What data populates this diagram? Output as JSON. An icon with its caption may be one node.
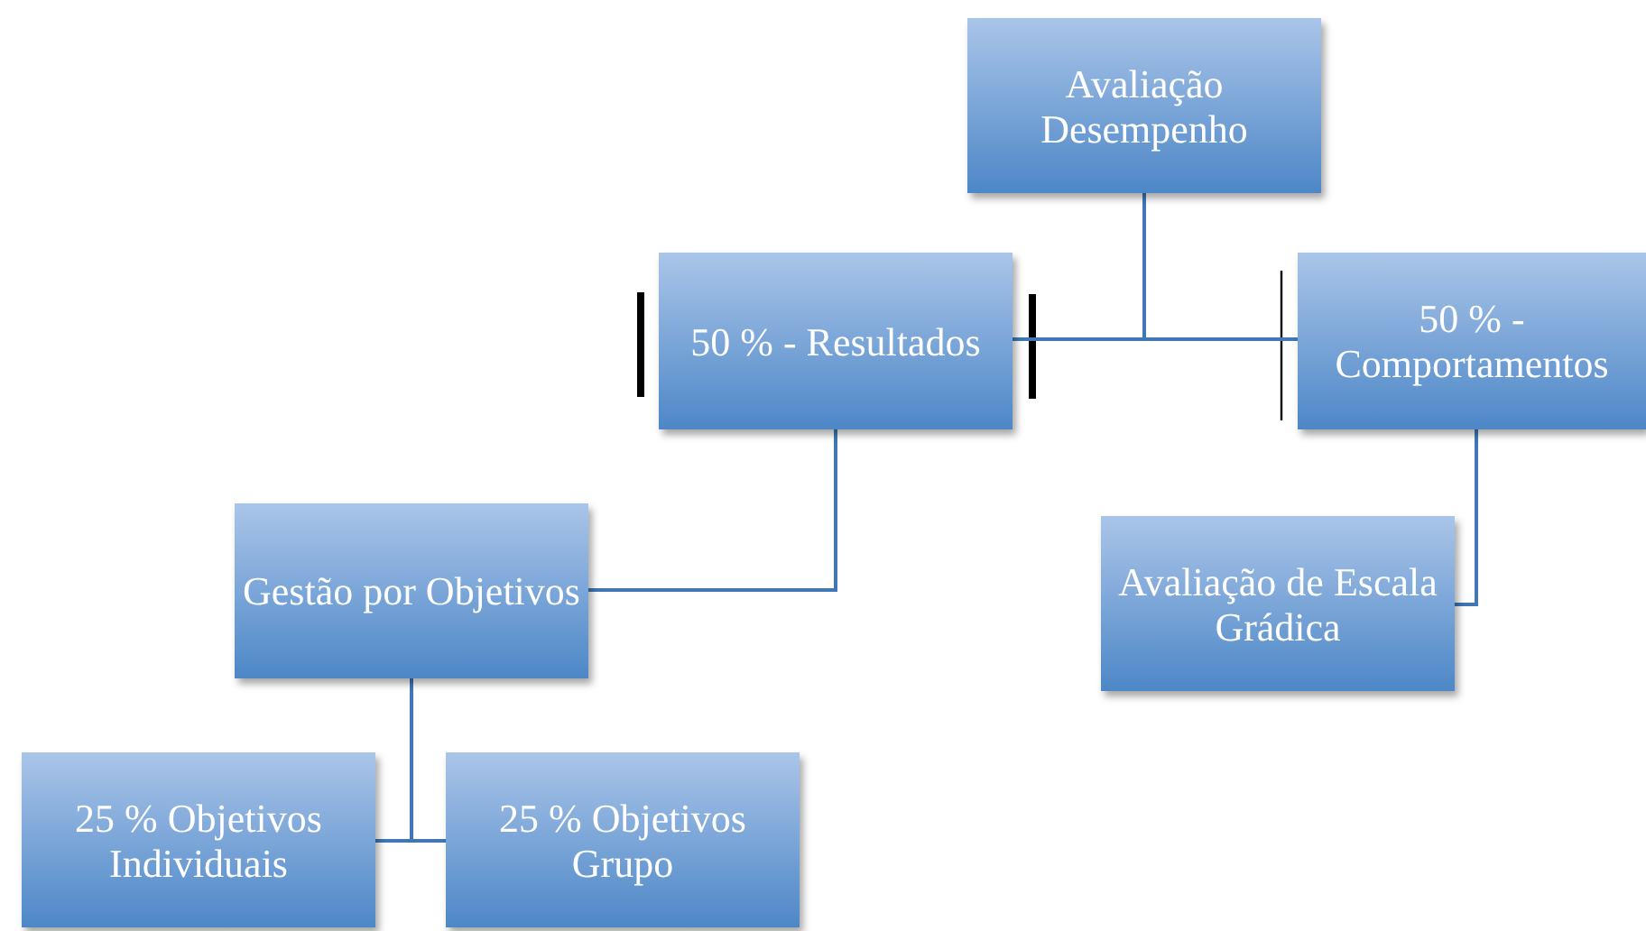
{
  "diagram": {
    "nodes": [
      {
        "text": [
          "Avaliação Desempenho"
        ]
      },
      {
        "text": [
          "50 % - Resultados"
        ]
      },
      {
        "text": [
          "50 % - Comportamentos"
        ]
      },
      {
        "text": [
          "Gestão por Objetivos"
        ]
      },
      {
        "text": [
          "Avaliação de Escala Grádica"
        ]
      },
      {
        "text": [
          "25 % Objetivos Individuais"
        ]
      },
      {
        "text": [
          "25 % Objetivos Grupo"
        ]
      }
    ],
    "edges": [
      {
        "from": 0,
        "to": 1,
        "arrow": "none"
      },
      {
        "from": 0,
        "to": 2,
        "arrow": "none"
      },
      {
        "from": 1,
        "to": 3,
        "arrow": "none"
      },
      {
        "from": 2,
        "to": 4,
        "arrow": "none"
      },
      {
        "from": 3,
        "to": 5,
        "arrow": "none"
      },
      {
        "from": 3,
        "to": 6,
        "arrow": "none"
      }
    ]
  }
}
